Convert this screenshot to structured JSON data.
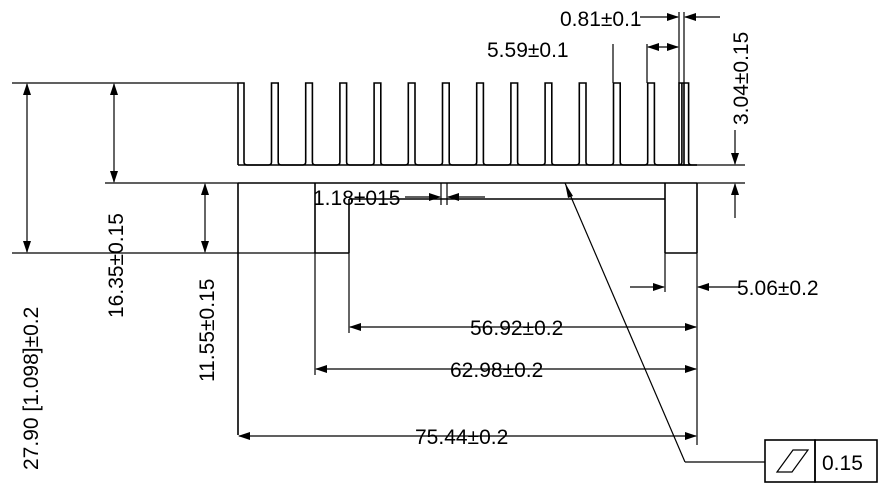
{
  "dimensions": {
    "fin_thickness": "0.81±0.1",
    "fin_pitch": "5.59±0.1",
    "fin_tip_height": "3.04±0.15",
    "base_thickness": "1.18±015",
    "total_height": "27.90 [1.098]±0.2",
    "fin_height": "16.35±0.15",
    "leg_height": "11.55±0.15",
    "leg_width": "5.06±0.2",
    "inner_width": "56.92±0.2",
    "outer_leg_width": "62.98±0.2",
    "overall_width": "75.44±0.2"
  },
  "flatness_callout": {
    "symbol": "flatness-symbol",
    "tolerance": "0.15"
  }
}
